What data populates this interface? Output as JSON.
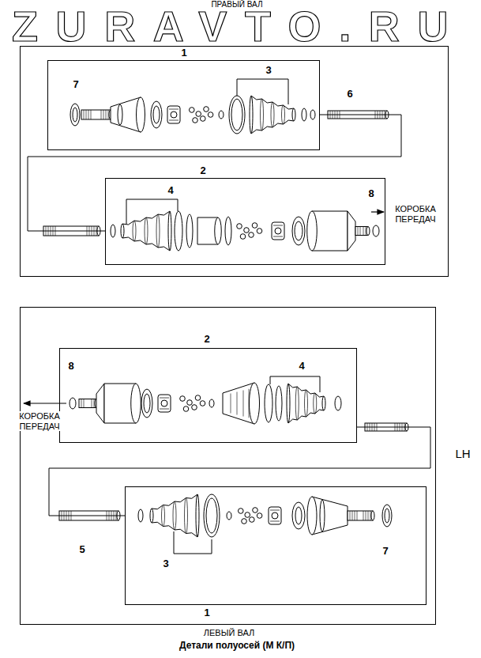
{
  "diagram": {
    "caption": "Детали полуосей (М К/П)",
    "nodes": [
      {
        "text": [
          "ПРАВЫЙ ВАЛ"
        ]
      },
      {
        "text": [
          "1"
        ],
        "in": 0
      },
      {
        "text": [
          "2"
        ],
        "in": 0
      },
      {
        "text": [
          "ЛЕВЫЙ ВАЛ"
        ]
      },
      {
        "text": [
          "2"
        ],
        "in": 3
      },
      {
        "text": [
          "1"
        ],
        "in": 3
      }
    ],
    "edges": [
      {
        "from": 1,
        "to": 2,
        "arrow": "none"
      },
      {
        "from": 4,
        "to": 5,
        "arrow": "none"
      }
    ],
    "labels": [
      "ZURAVTO.RU",
      "7",
      "3",
      "6",
      "4",
      "8",
      "КОРОБКА ПЕРЕДАЧ",
      "8",
      "4",
      "КОРОБКА ПЕРЕДАЧ",
      "LH",
      "5",
      "3",
      "7"
    ]
  }
}
